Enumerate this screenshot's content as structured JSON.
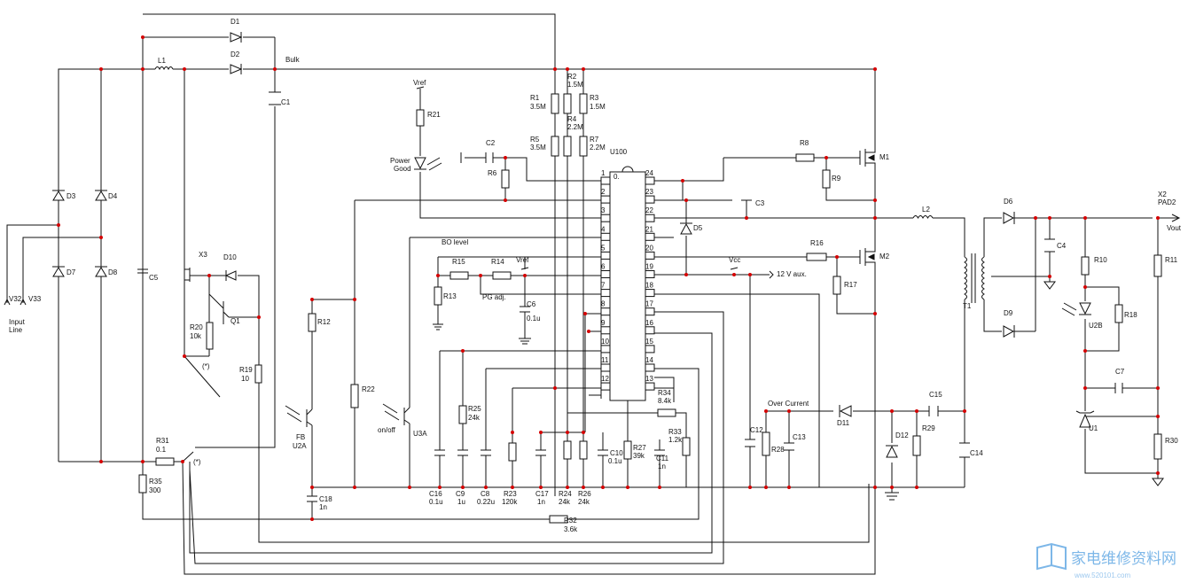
{
  "title": "",
  "components": {
    "R1": {
      "ref": "R1",
      "value": "3.5M"
    },
    "R2": {
      "ref": "R2",
      "value": "1.5M"
    },
    "R3": {
      "ref": "R3",
      "value": "1.5M"
    },
    "R4": {
      "ref": "R4",
      "value": "2.2M"
    },
    "R5": {
      "ref": "R5",
      "value": "3.5M"
    },
    "R7": {
      "ref": "R7",
      "value": "2.2M"
    },
    "R6": {
      "ref": "R6"
    },
    "R8": {
      "ref": "R8"
    },
    "R9": {
      "ref": "R9"
    },
    "R10": {
      "ref": "R10"
    },
    "R11": {
      "ref": "R11"
    },
    "R12": {
      "ref": "R12"
    },
    "R13": {
      "ref": "R13"
    },
    "R14": {
      "ref": "R14"
    },
    "R15": {
      "ref": "R15"
    },
    "R16": {
      "ref": "R16"
    },
    "R17": {
      "ref": "R17"
    },
    "R18": {
      "ref": "R18"
    },
    "R19": {
      "ref": "R19",
      "value": "10"
    },
    "R20": {
      "ref": "R20",
      "value": "10k"
    },
    "R21": {
      "ref": "R21"
    },
    "R22": {
      "ref": "R22"
    },
    "R23": {
      "ref": "R23",
      "value": "120k"
    },
    "R24": {
      "ref": "R24",
      "value": "24k"
    },
    "R25": {
      "ref": "R25",
      "value": "24k"
    },
    "R26": {
      "ref": "R26",
      "value": "24k"
    },
    "R27": {
      "ref": "R27",
      "value": "39k"
    },
    "R28": {
      "ref": "R28"
    },
    "R29": {
      "ref": "R29"
    },
    "R30": {
      "ref": "R30"
    },
    "R31": {
      "ref": "R31",
      "value": "0.1"
    },
    "R32": {
      "ref": "R32",
      "value": "3.6k"
    },
    "R33": {
      "ref": "R33",
      "value": "1.2k"
    },
    "R34": {
      "ref": "R34",
      "value": "8.4k"
    },
    "R35": {
      "ref": "R35",
      "value": "300"
    },
    "C1": {
      "ref": "C1"
    },
    "C2": {
      "ref": "C2"
    },
    "C3": {
      "ref": "C3"
    },
    "C4": {
      "ref": "C4"
    },
    "C5": {
      "ref": "C5"
    },
    "C6": {
      "ref": "C6",
      "value": "0.1u"
    },
    "C7": {
      "ref": "C7"
    },
    "C8": {
      "ref": "C8",
      "value": "0.22u"
    },
    "C9": {
      "ref": "C9",
      "value": "1u"
    },
    "C10": {
      "ref": "C10",
      "value": "0.1u"
    },
    "C11": {
      "ref": "C11",
      "value": "1n"
    },
    "C12": {
      "ref": "C12"
    },
    "C13": {
      "ref": "C13"
    },
    "C14": {
      "ref": "C14"
    },
    "C15": {
      "ref": "C15"
    },
    "C16": {
      "ref": "C16",
      "value": "0.1u"
    },
    "C17": {
      "ref": "C17",
      "value": "1n"
    },
    "C18": {
      "ref": "C18",
      "value": "1n"
    },
    "D1": {
      "ref": "D1"
    },
    "D2": {
      "ref": "D2"
    },
    "D3": {
      "ref": "D3"
    },
    "D4": {
      "ref": "D4"
    },
    "D5": {
      "ref": "D5"
    },
    "D6": {
      "ref": "D6"
    },
    "D7": {
      "ref": "D7"
    },
    "D8": {
      "ref": "D8"
    },
    "D9": {
      "ref": "D9"
    },
    "D10": {
      "ref": "D10"
    },
    "D11": {
      "ref": "D11"
    },
    "D12": {
      "ref": "D12"
    },
    "L1": {
      "ref": "L1"
    },
    "L2": {
      "ref": "L2"
    },
    "M1": {
      "ref": "M1"
    },
    "M2": {
      "ref": "M2"
    },
    "Q1": {
      "ref": "Q1"
    },
    "X3": {
      "ref": "X3"
    },
    "T1": {
      "ref": "T1"
    },
    "U1": {
      "ref": "U1"
    },
    "U2A": {
      "ref": "U2A"
    },
    "U2B": {
      "ref": "U2B"
    },
    "U3A": {
      "ref": "U3A"
    },
    "U100": {
      "ref": "U100"
    }
  },
  "ic_pins": [
    "1",
    "2",
    "3",
    "4",
    "5",
    "6",
    "7",
    "8",
    "9",
    "10",
    "11",
    "12",
    "13",
    "14",
    "15",
    "16",
    "17",
    "18",
    "19",
    "20",
    "21",
    "22",
    "23",
    "24"
  ],
  "nets": {
    "bulk": "Bulk",
    "vref_top": "Vref",
    "vref_mid": "Vref",
    "vcc": "Vcc",
    "aux": "12 V aux.",
    "vout": "Vout",
    "x2": "X2",
    "pad2": "PAD2",
    "v32": "V32",
    "v33": "V33",
    "input_line_1": "Input",
    "input_line_2": "Line"
  },
  "annotations": {
    "power_good_1": "Power",
    "power_good_2": "Good",
    "bo_level": "BO level",
    "pg_adj": "PG adj.",
    "over_current": "Over Current",
    "fb": "FB",
    "on_off": "on/off",
    "star_1": "(*)",
    "star_2": "(*)"
  },
  "watermark": {
    "cn": "家电维修资料网",
    "url": "www.520101.com"
  }
}
